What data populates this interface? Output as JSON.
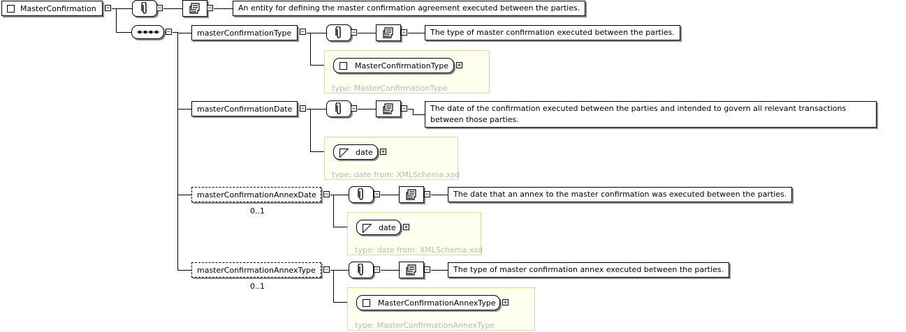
{
  "root": {
    "name": "MasterConfirmation",
    "documentation": "An entity for defining the master confirmation agreement executed between the parties."
  },
  "compositor": "sequence",
  "toggles": {
    "collapse": "−",
    "expand": "+"
  },
  "icons": {
    "annotation": "paperclip-icon",
    "documentation": "scroll-icon",
    "complex_type": "square-icon",
    "simple_type": "triangle-icon",
    "sequence": "sequence-icon"
  },
  "colors": {
    "type_panel": "#fffff0",
    "type_label": "#b8b8b8",
    "line": "#000000",
    "shadow": "#8a8a8a"
  },
  "elements": [
    {
      "name": "masterConfirmationType",
      "occurrence": "",
      "documentation": "The type of master confirmation executed between the parties.",
      "type_name": "MasterConfirmationType",
      "type_label": "type: MasterConfirmationType"
    },
    {
      "name": "masterConfirmationDate",
      "occurrence": "",
      "documentation": "The date of the confirmation executed between the parties and intended to govern all relevant transactions between those parties.",
      "type_name": "date",
      "type_label": "type: date from: XMLSchema.xsd"
    },
    {
      "name": "masterConfirmationAnnexDate",
      "occurrence": "0..1",
      "documentation": "The date that an annex to the master confirmation was executed between the parties.",
      "type_name": "date",
      "type_label": "type: date from: XMLSchema.xsd"
    },
    {
      "name": "masterConfirmationAnnexType",
      "occurrence": "0..1",
      "documentation": "The type of master confirmation annex executed between the parties.",
      "type_name": "MasterConfirmationAnnexType",
      "type_label": "type: MasterConfirmationAnnexType"
    }
  ]
}
